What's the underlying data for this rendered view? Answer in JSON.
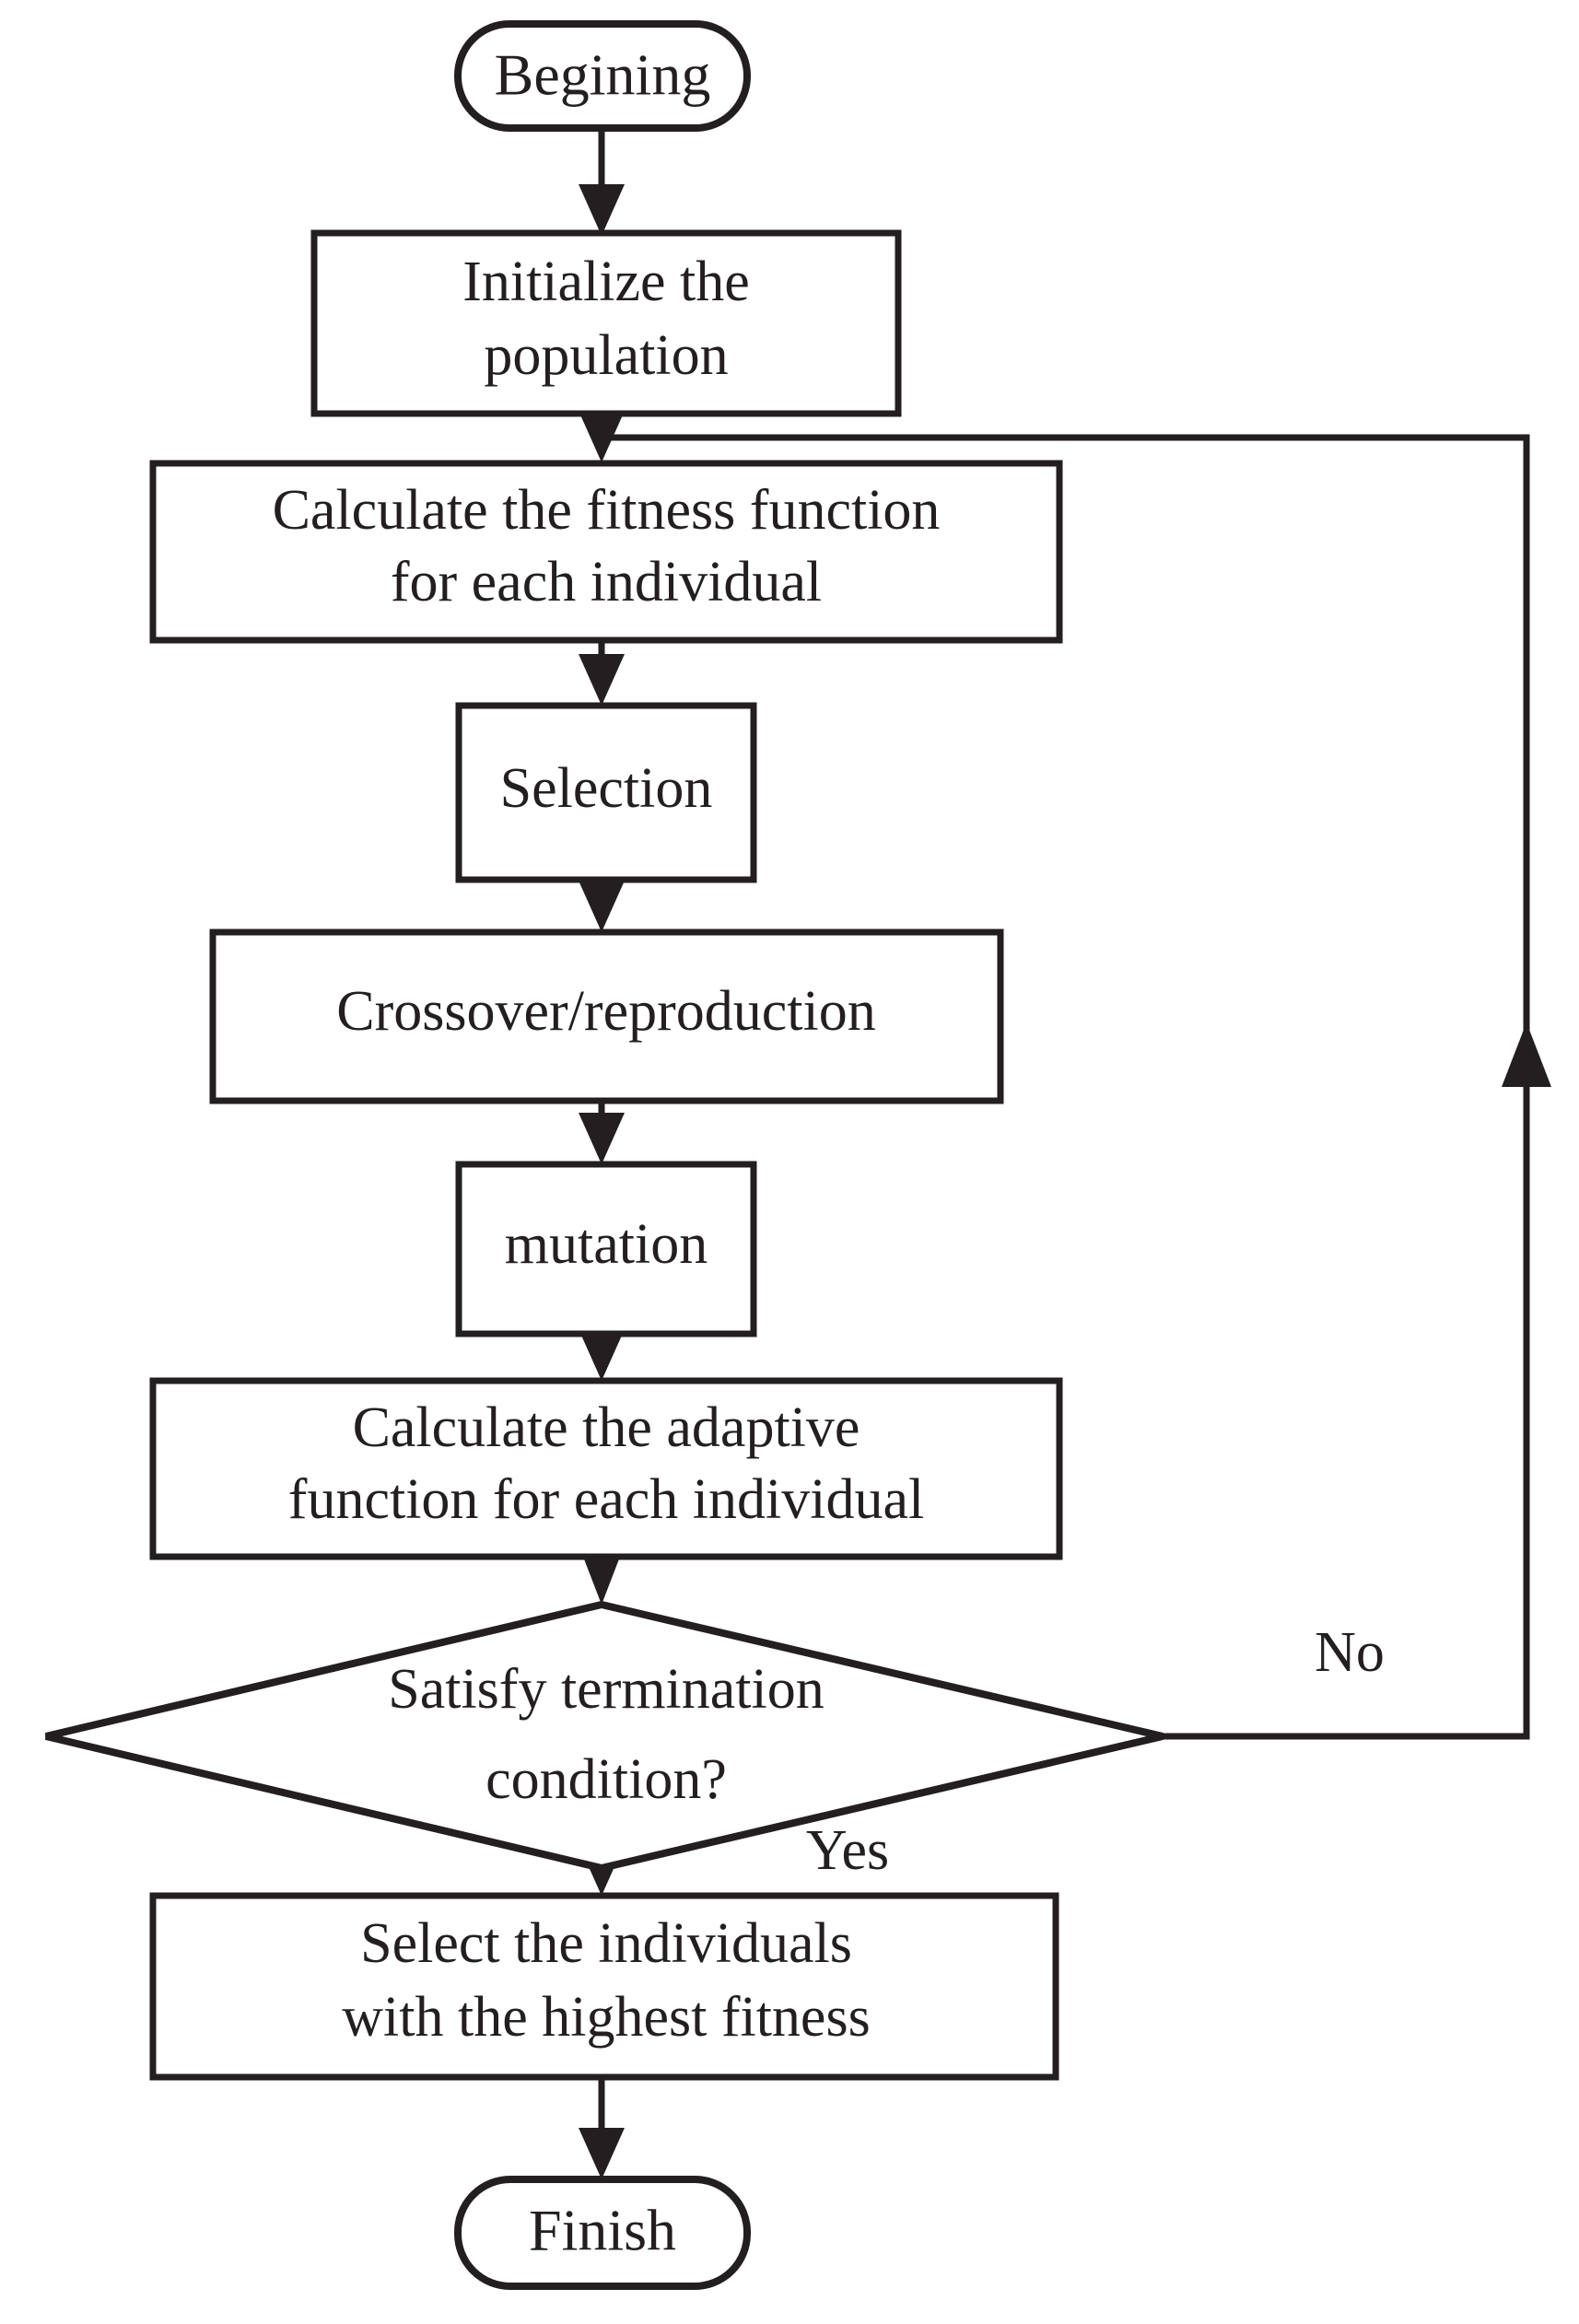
{
  "diagram": {
    "title": "Genetic algorithm flowchart",
    "type": "flowchart",
    "colors": {
      "stroke": "#231f20",
      "fill": "#ffffff",
      "background": "#ffffff"
    },
    "nodes": [
      {
        "id": "begining",
        "shape": "terminal",
        "label": "Begining",
        "lines": [
          "Begining"
        ]
      },
      {
        "id": "initialize",
        "shape": "process",
        "label": "Initialize the population",
        "lines": [
          "Initialize the",
          "population"
        ]
      },
      {
        "id": "fitness",
        "shape": "process",
        "label": "Calculate the fitness function for each individual",
        "lines": [
          "Calculate the fitness function",
          "for each individual"
        ]
      },
      {
        "id": "selection",
        "shape": "process",
        "label": "Selection",
        "lines": [
          "Selection"
        ]
      },
      {
        "id": "crossover",
        "shape": "process",
        "label": "Crossover/reproduction",
        "lines": [
          "Crossover/reproduction"
        ]
      },
      {
        "id": "mutation",
        "shape": "process",
        "label": "mutation",
        "lines": [
          "mutation"
        ]
      },
      {
        "id": "adaptive",
        "shape": "process",
        "label": "Calculate the adaptive function for each individual",
        "lines": [
          "Calculate the adaptive",
          "function for each individual"
        ]
      },
      {
        "id": "termination",
        "shape": "decision",
        "label": "Satisfy termination condition?",
        "lines": [
          "Satisfy termination",
          "condition?"
        ]
      },
      {
        "id": "select-best",
        "shape": "process",
        "label": "Select the individuals with the highest fitness",
        "lines": [
          "Select the individuals",
          "with the highest fitness"
        ]
      },
      {
        "id": "finish",
        "shape": "terminal",
        "label": "Finish",
        "lines": [
          "Finish"
        ]
      }
    ],
    "edges": [
      {
        "id": "e1",
        "from": "begining",
        "to": "initialize",
        "label": ""
      },
      {
        "id": "e2",
        "from": "initialize",
        "to": "fitness",
        "label": ""
      },
      {
        "id": "e3",
        "from": "fitness",
        "to": "selection",
        "label": ""
      },
      {
        "id": "e4",
        "from": "selection",
        "to": "crossover",
        "label": ""
      },
      {
        "id": "e5",
        "from": "crossover",
        "to": "mutation",
        "label": ""
      },
      {
        "id": "e6",
        "from": "mutation",
        "to": "adaptive",
        "label": ""
      },
      {
        "id": "e7",
        "from": "adaptive",
        "to": "termination",
        "label": ""
      },
      {
        "id": "e8",
        "from": "termination",
        "to": "fitness",
        "label": "No"
      },
      {
        "id": "e9",
        "from": "termination",
        "to": "select-best",
        "label": "Yes"
      },
      {
        "id": "e10",
        "from": "select-best",
        "to": "finish",
        "label": ""
      }
    ],
    "edge_labels": {
      "no": "No",
      "yes": "Yes"
    }
  }
}
